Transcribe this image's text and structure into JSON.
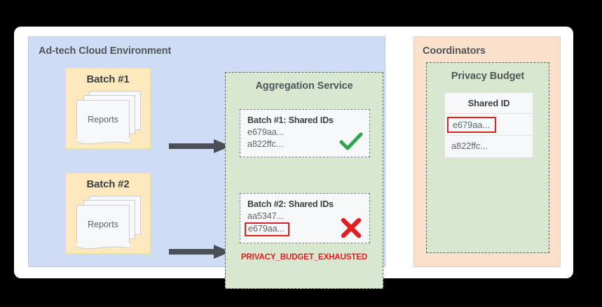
{
  "diagram": {
    "adtech": {
      "title": "Ad-tech Cloud Environment",
      "batches": [
        {
          "label": "Batch #1",
          "docs_label": "Reports"
        },
        {
          "label": "Batch #2",
          "docs_label": "Reports"
        }
      ],
      "arrows": [
        {
          "name": "arrow-batch1"
        },
        {
          "name": "arrow-batch2"
        }
      ],
      "aggregation": {
        "title": "Aggregation Service",
        "batch_details": [
          {
            "title": "Batch #1: Shared IDs",
            "ids": [
              "e679aa...",
              "a822ffc..."
            ],
            "flagged_id": null,
            "status": "check",
            "status_color": "#2ea44f"
          },
          {
            "title": "Batch #2: Shared IDs",
            "ids": [
              "aa5347...",
              "e679aa..."
            ],
            "flagged_id": "e679aa...",
            "status": "cross",
            "status_color": "#e02020"
          }
        ],
        "error_text": "PRIVACY_BUDGET_EXHAUSTED"
      }
    },
    "coordinators": {
      "title": "Coordinators",
      "privacy_budget": {
        "title": "Privacy Budget",
        "table": {
          "header": "Shared ID",
          "rows": [
            {
              "value": "e679aa...",
              "flagged": true
            },
            {
              "value": "a822ffc...",
              "flagged": false
            }
          ]
        }
      }
    },
    "colors": {
      "adtech_panel": "#cfdcf5",
      "coordinators_panel": "#fbe0cb",
      "batch_card": "#fde9bd",
      "green_zone": "#d8e8d0",
      "arrow": "#4a4f55",
      "success": "#2ea44f",
      "error": "#e02020",
      "canvas": "#ffffff",
      "backdrop": "#000000"
    }
  }
}
